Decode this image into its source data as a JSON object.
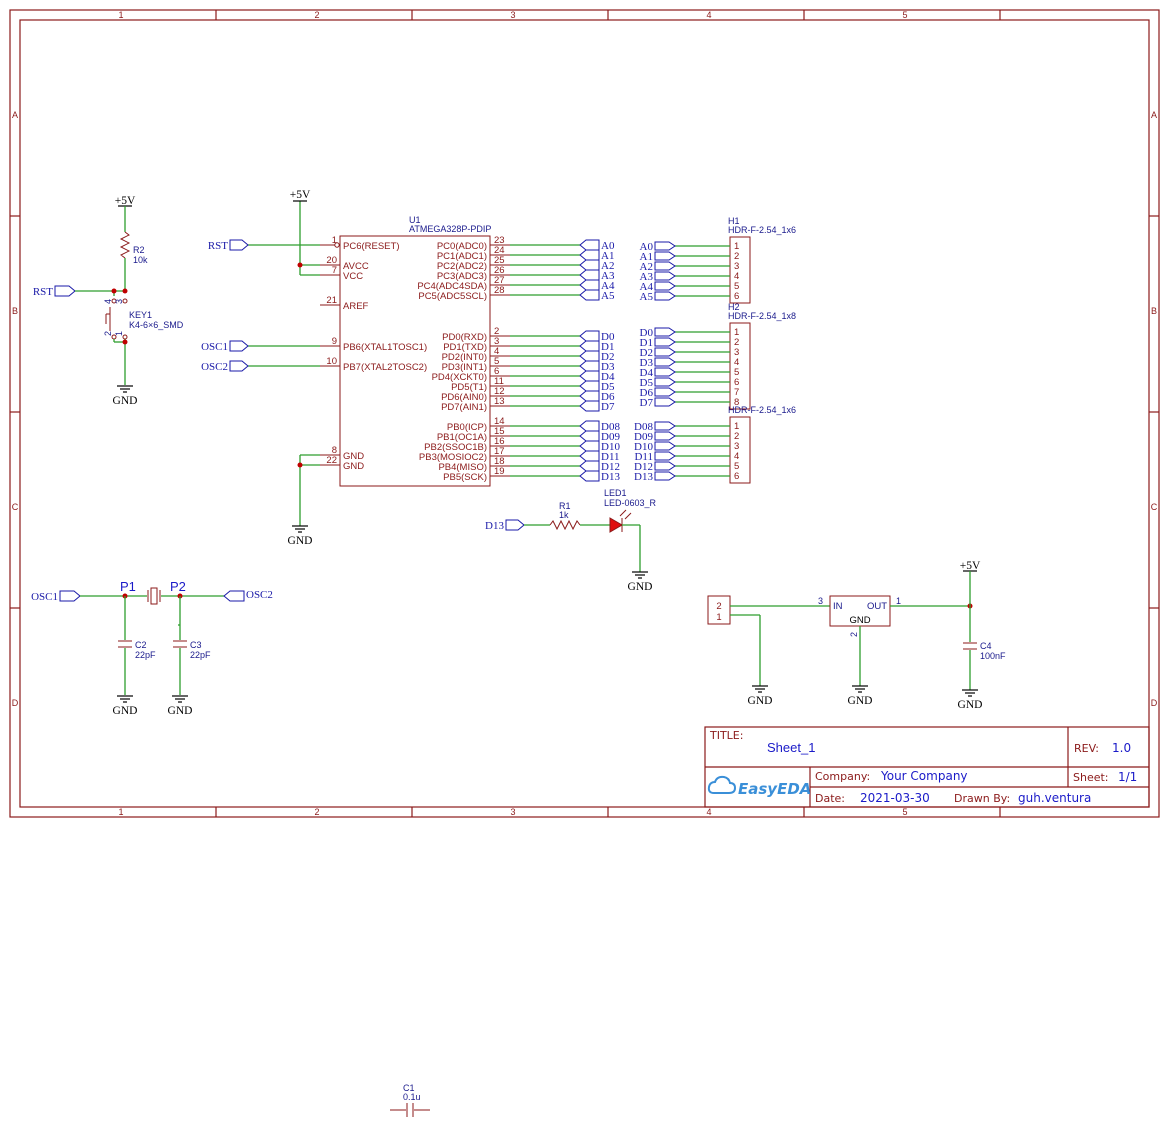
{
  "frame": {
    "col_labels": [
      "1",
      "2",
      "3",
      "4",
      "5"
    ],
    "row_labels": [
      "A",
      "B",
      "C",
      "D"
    ]
  },
  "title_block": {
    "title_label": "TITLE:",
    "title_value": "Sheet_1",
    "rev_label": "REV:",
    "rev_value": "1.0",
    "company_label": "Company:",
    "company_value": "Your Company",
    "sheet_label": "Sheet:",
    "sheet_value": "1/1",
    "date_label": "Date:",
    "date_value": "2021-03-30",
    "drawn_label": "Drawn By:",
    "drawn_value": "guh.ventura",
    "logo_text": "EasyEDA"
  },
  "mcu": {
    "ref": "U1",
    "value": "ATMEGA328P-PDIP",
    "left_pins": [
      {
        "num": "1",
        "name": "PC6(RESET)"
      },
      {
        "num": "20",
        "name": "AVCC"
      },
      {
        "num": "7",
        "name": "VCC"
      },
      {
        "num": "21",
        "name": "AREF"
      },
      {
        "num": "9",
        "name": "PB6(XTAL1TOSC1)"
      },
      {
        "num": "10",
        "name": "PB7(XTAL2TOSC2)"
      },
      {
        "num": "8",
        "name": "GND"
      },
      {
        "num": "22",
        "name": "GND"
      }
    ],
    "right_pins_c": [
      {
        "num": "23",
        "name": "PC0(ADC0)",
        "net": "A0"
      },
      {
        "num": "24",
        "name": "PC1(ADC1)",
        "net": "A1"
      },
      {
        "num": "25",
        "name": "PC2(ADC2)",
        "net": "A2"
      },
      {
        "num": "26",
        "name": "PC3(ADC3)",
        "net": "A3"
      },
      {
        "num": "27",
        "name": "PC4(ADC4SDA)",
        "net": "A4"
      },
      {
        "num": "28",
        "name": "PC5(ADC5SCL)",
        "net": "A5"
      }
    ],
    "right_pins_d": [
      {
        "num": "2",
        "name": "PD0(RXD)",
        "net": "D0"
      },
      {
        "num": "3",
        "name": "PD1(TXD)",
        "net": "D1"
      },
      {
        "num": "4",
        "name": "PD2(INT0)",
        "net": "D2"
      },
      {
        "num": "5",
        "name": "PD3(INT1)",
        "net": "D3"
      },
      {
        "num": "6",
        "name": "PD4(XCKT0)",
        "net": "D4"
      },
      {
        "num": "11",
        "name": "PD5(T1)",
        "net": "D5"
      },
      {
        "num": "12",
        "name": "PD6(AIN0)",
        "net": "D6"
      },
      {
        "num": "13",
        "name": "PD7(AIN1)",
        "net": "D7"
      }
    ],
    "right_pins_b": [
      {
        "num": "14",
        "name": "PB0(ICP)",
        "net": "D08"
      },
      {
        "num": "15",
        "name": "PB1(OC1A)",
        "net": "D09"
      },
      {
        "num": "16",
        "name": "PB2(SSOC1B)",
        "net": "D10"
      },
      {
        "num": "17",
        "name": "PB3(MOSIOC2)",
        "net": "D11"
      },
      {
        "num": "18",
        "name": "PB4(MISO)",
        "net": "D12"
      },
      {
        "num": "19",
        "name": "PB5(SCK)",
        "net": "D13"
      }
    ]
  },
  "headers": [
    {
      "ref": "H1",
      "value": "HDR-F-2.54_1x6",
      "nets": [
        "A0",
        "A1",
        "A2",
        "A3",
        "A4",
        "A5"
      ],
      "pins": [
        "1",
        "2",
        "3",
        "4",
        "5",
        "6"
      ]
    },
    {
      "ref": "H2",
      "value": "HDR-F-2.54_1x8",
      "nets": [
        "D0",
        "D1",
        "D2",
        "D3",
        "D4",
        "D5",
        "D6",
        "D7"
      ],
      "pins": [
        "1",
        "2",
        "3",
        "4",
        "5",
        "6",
        "7",
        "8"
      ]
    },
    {
      "ref": "",
      "value": "HDR-F-2.54_1x6",
      "nets": [
        "D08",
        "D09",
        "D10",
        "D11",
        "D12",
        "D13"
      ],
      "pins": [
        "1",
        "2",
        "3",
        "4",
        "5",
        "6"
      ]
    }
  ],
  "power": {
    "vcc": "+5V",
    "gnd": "GND"
  },
  "nets": {
    "rst": "RST",
    "osc1": "OSC1",
    "osc2": "OSC2",
    "d13": "D13"
  },
  "reset": {
    "r_ref": "R2",
    "r_val": "10k",
    "key_ref": "KEY1",
    "key_val": "K4-6×6_SMD",
    "pins": [
      "4",
      "3",
      "2",
      "1"
    ]
  },
  "led": {
    "r_ref": "R1",
    "r_val": "1k",
    "led_ref": "LED1",
    "led_val": "LED-0603_R"
  },
  "crystal": {
    "p1": "P1",
    "p2": "P2",
    "c2_ref": "C2",
    "c2_val": "22pF",
    "c3_ref": "C3",
    "c3_val": "22pF"
  },
  "regulator": {
    "in": "IN",
    "out": "OUT",
    "gnd": "GND",
    "pin_in": "3",
    "pin_out": "1",
    "pin_gnd": "2",
    "conn_pins": [
      "2",
      "1"
    ],
    "c4_ref": "C4",
    "c4_val": "100nF"
  },
  "orphan": {
    "ref": "C1",
    "val": "0.1u"
  }
}
